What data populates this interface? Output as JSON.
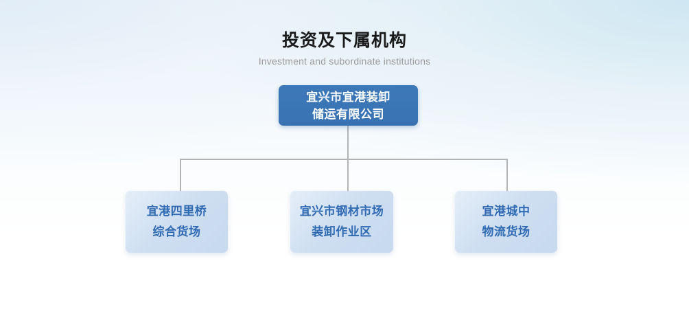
{
  "heading": {
    "title": "投资及下属机构",
    "subtitle": "Investment and subordinate institutions"
  },
  "colors": {
    "root_box": "#3a74b5",
    "root_text": "#ffffff",
    "child_box": "#ccdcee",
    "child_text": "#2f6ab3",
    "connector_line": "#b4b4b4",
    "title_text": "#1a1a1a",
    "subtitle_text": "#9b9b9b",
    "background_top": "#e9f2f8",
    "background_bottom": "#ffffff"
  },
  "org_chart": {
    "root": {
      "lines": [
        "宜兴市宜港装卸",
        "储运有限公司"
      ],
      "full_name": "宜兴市宜港装卸储运有限公司"
    },
    "children": [
      {
        "lines": [
          "宜港四里桥",
          "综合货场"
        ],
        "full_name": "宜港四里桥综合货场"
      },
      {
        "lines": [
          "宜兴市钢材市场",
          "装卸作业区"
        ],
        "full_name": "宜兴市钢材市场装卸作业区"
      },
      {
        "lines": [
          "宜港城中",
          "物流货场"
        ],
        "full_name": "宜港城中物流货场"
      }
    ]
  }
}
